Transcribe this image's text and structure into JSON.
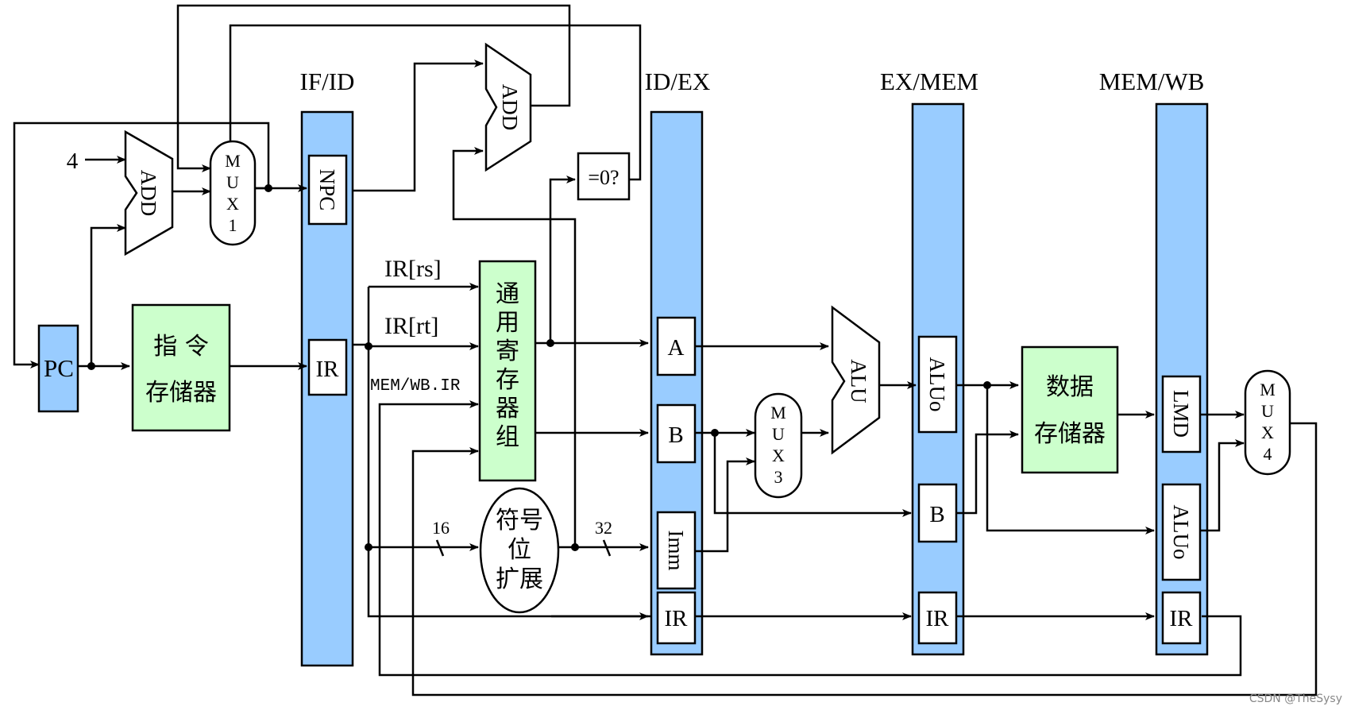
{
  "stage_registers": {
    "if_id": "IF/ID",
    "id_ex": "ID/EX",
    "ex_mem": "EX/MEM",
    "mem_wb": "MEM/WB"
  },
  "latches": {
    "npc": "NPC",
    "ifid_ir": "IR",
    "a": "A",
    "b": "B",
    "imm": "Imm",
    "idex_ir": "IR",
    "aluo": "ALUo",
    "exmem_b": "B",
    "exmem_ir": "IR",
    "lmd": "LMD",
    "memwb_aluo": "ALUo",
    "memwb_ir": "IR"
  },
  "units": {
    "pc": "PC",
    "instr_mem": [
      "指 令",
      "存储器"
    ],
    "add": "ADD",
    "add2": "ADD",
    "regfile": [
      "通",
      "用",
      "寄",
      "存",
      "器",
      "组"
    ],
    "sign_ext": [
      "符号",
      "位",
      "扩展"
    ],
    "alu": "ALU",
    "data_mem": [
      "数据",
      "存储器"
    ],
    "zero_test": "=0?"
  },
  "muxes": {
    "mux1": [
      "M",
      "U",
      "X",
      "1"
    ],
    "mux3": [
      "M",
      "U",
      "X",
      "3"
    ],
    "mux4": [
      "M",
      "U",
      "X",
      "4"
    ]
  },
  "labels": {
    "four": "4",
    "ir_rs": "IR[rs]",
    "ir_rt": "IR[rt]",
    "memwb_ir": "MEM/WB.IR",
    "width16": "16",
    "width32": "32",
    "watermark": "CSDN @TheSysy"
  },
  "colors": {
    "register_blue": "#99CCFF",
    "unit_green": "#CCFFCC",
    "wire": "#000000"
  }
}
